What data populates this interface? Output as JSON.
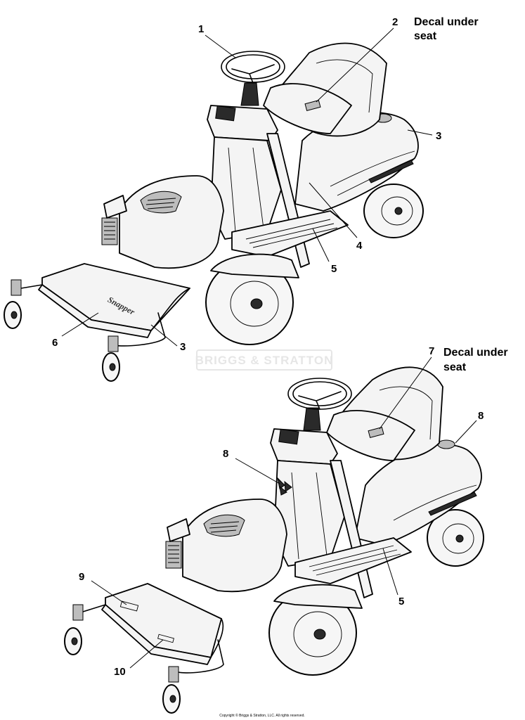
{
  "top_diagram": {
    "callouts": [
      "1",
      "2",
      "3",
      "3",
      "4",
      "5",
      "6"
    ],
    "seat_note_line1": "Decal under",
    "seat_note_line2": "seat",
    "deck_brand": "Snapper"
  },
  "bottom_diagram": {
    "callouts": [
      "7",
      "8",
      "8",
      "5",
      "9",
      "10"
    ],
    "seat_note_line1": "Decal under",
    "seat_note_line2": "seat"
  },
  "watermark": "BRIGGS & STRATTON",
  "copyright": "Copyright © Briggs & Stratton, LLC. All rights reserved.",
  "colors": {
    "line": "#000000",
    "background": "#ffffff",
    "watermark": "#e6e6e6"
  }
}
